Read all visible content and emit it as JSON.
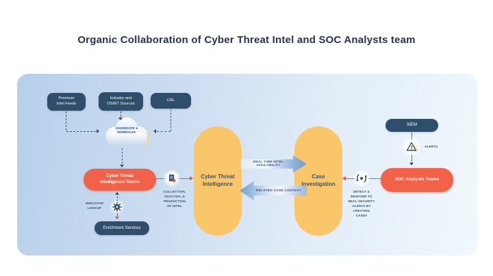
{
  "title": "Organic Collaboration of Cyber Threat Intel and SOC Analysts team",
  "colors": {
    "navy": "#2e4e6b",
    "orange": "#f26249",
    "yellow": "#f9c76a",
    "red_connector": "#ea4f3d",
    "panel_blue": "#b7cfeb",
    "arrow_blue": "#6f9cce",
    "title_text": "#243352"
  },
  "intel_sources": {
    "premium_feeds": "Premium\nIntel Feeds",
    "industry_osint": "Industry and\nOSINT Sources",
    "cal": "CAL"
  },
  "aggregation_cloud": "AGGREGATE &\nNORMALIZE",
  "cti": {
    "teams": "Cyber Threat\nIntelligence Teams",
    "enrichment": "Enrichment Services",
    "indicator_lookup": "INDICATOR\nLOOKUP",
    "collection_caption": "COLLECTION,\nANALYSIS, &\nPRODUCTION\nOF INTEL"
  },
  "capsules": {
    "cti_label": "Cyber Threat\nIntelligence",
    "case_label": "Case\nInvestigation"
  },
  "exchange_arrows": {
    "intel_availability": "REAL TIME INTEL AVAILABILITY",
    "case_context": "RELATED CASE CONTEXT"
  },
  "soc": {
    "siem": "SIEM",
    "alerts": "ALERTS",
    "teams": "SOC Analysts Teams",
    "detect_caption": "DETECT &\nRESPOND TO\nREAL SECURITY\nALERTS BY\nCREATING\nCASES"
  }
}
